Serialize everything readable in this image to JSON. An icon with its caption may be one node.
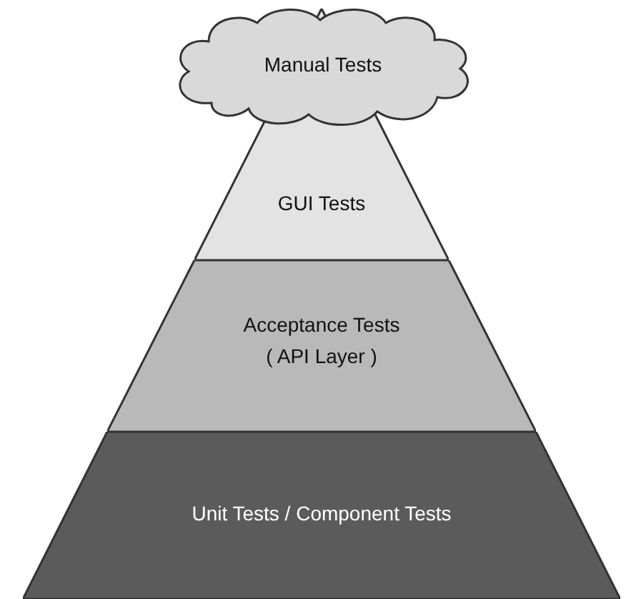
{
  "diagram": {
    "nodes": [
      {
        "text": [
          "Manual Tests"
        ]
      },
      {
        "text": [
          "GUI Tests"
        ]
      },
      {
        "text": [
          "Acceptance Tests",
          "( API Layer )"
        ]
      },
      {
        "text": [
          "Unit Tests / Component Tests"
        ]
      }
    ]
  }
}
